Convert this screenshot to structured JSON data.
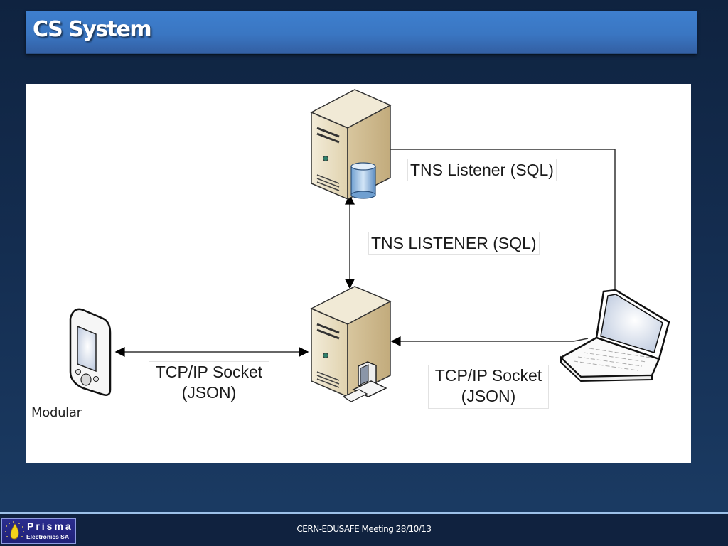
{
  "slide": {
    "title": "CS System"
  },
  "diagram": {
    "nodes": [
      {
        "id": "db-server",
        "icon": "database-server-icon",
        "caption": ""
      },
      {
        "id": "cs-server",
        "icon": "workstation-server-icon",
        "caption": ""
      },
      {
        "id": "modular",
        "icon": "pda-handheld-icon",
        "caption": "Modular"
      },
      {
        "id": "laptop",
        "icon": "laptop-icon",
        "caption": ""
      }
    ],
    "connections": [
      {
        "from": "laptop",
        "to": "db-server",
        "label": "TNS Listener (SQL)",
        "direction": "to"
      },
      {
        "from": "db-server",
        "to": "cs-server",
        "label": "TNS LISTENER (SQL)",
        "direction": "both"
      },
      {
        "from": "modular",
        "to": "cs-server",
        "label_line1": "TCP/IP Socket",
        "label_line2": "(JSON)",
        "direction": "both"
      },
      {
        "from": "laptop",
        "to": "cs-server",
        "label_line1": "TCP/IP Socket",
        "label_line2": "(JSON)",
        "direction": "to"
      }
    ],
    "labels": {
      "tns_listener": "TNS Listener (SQL)",
      "tns_listener_upper": "TNS LISTENER (SQL)",
      "tcp_left_line1": "TCP/IP Socket",
      "tcp_left_line2": "(JSON)",
      "tcp_right_line1": "TCP/IP Socket",
      "tcp_right_line2": "(JSON)",
      "modular_caption": "Modular"
    }
  },
  "footer": {
    "text": "CERN-EDUSAFE Meeting 28/10/13",
    "logo_name": "Prisma",
    "logo_sub": "Electronics SA"
  }
}
